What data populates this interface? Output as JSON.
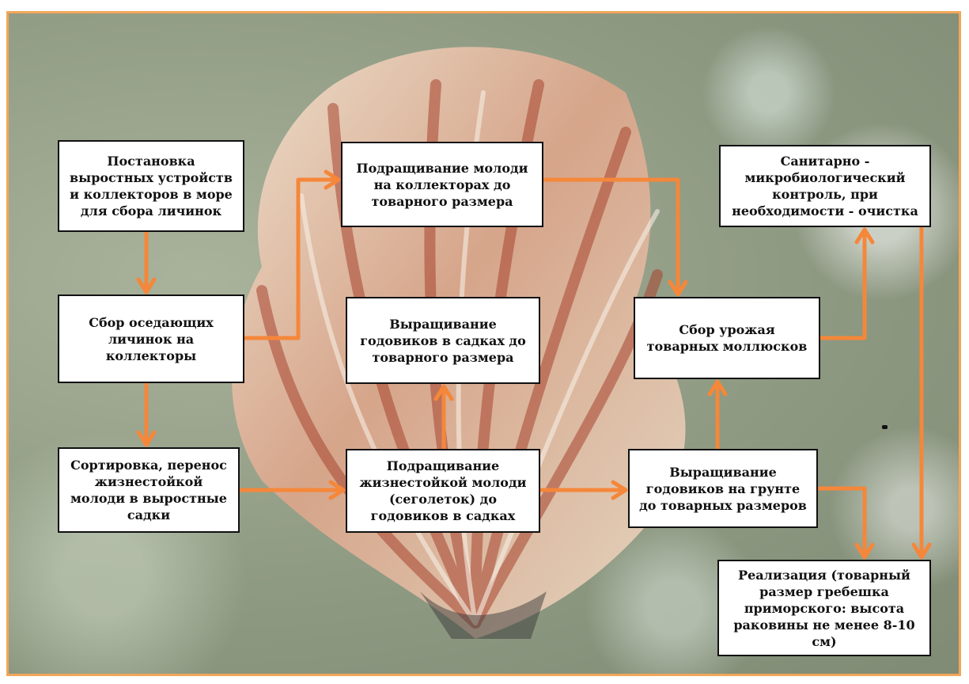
{
  "colors": {
    "arrow": "#f5873a",
    "frame": "#f2a65a",
    "box_border": "#111111",
    "box_fill": "#ffffff"
  },
  "nodes": {
    "setup": "Постановка\nвыростных устройств\nи коллекторов в море\nдля сбора личинок",
    "collect_larvae": "Сбор оседающих\nличинок на\nколлекторы",
    "sorting": "Сортировка, перенос\nжизнестойкой\nмолоди в выростные\nсадки",
    "grow_collectors": "Подращивание молоди\nна коллекторах до\nтоварного размера",
    "grow_cages": "Выращивание\nгодовиков в садках до\nтоварного размера",
    "juvenile_cages": "Подращивание\nжизнестойкой молоди\n(сеголеток) до\nгодовиков в садках",
    "harvest": "Сбор урожая\nтоварных моллюсков",
    "grow_bottom": "Выращивание\nгодовиков на грунте\nдо товарных размеров",
    "sanitary": "Санитарно -\nмикробиологический\nконтроль, при\nнеобходимости - очистка",
    "sale": "Реализация (товарный\nразмер гребешка\nприморского: высота\nраковины не менее 8-10 см)"
  }
}
